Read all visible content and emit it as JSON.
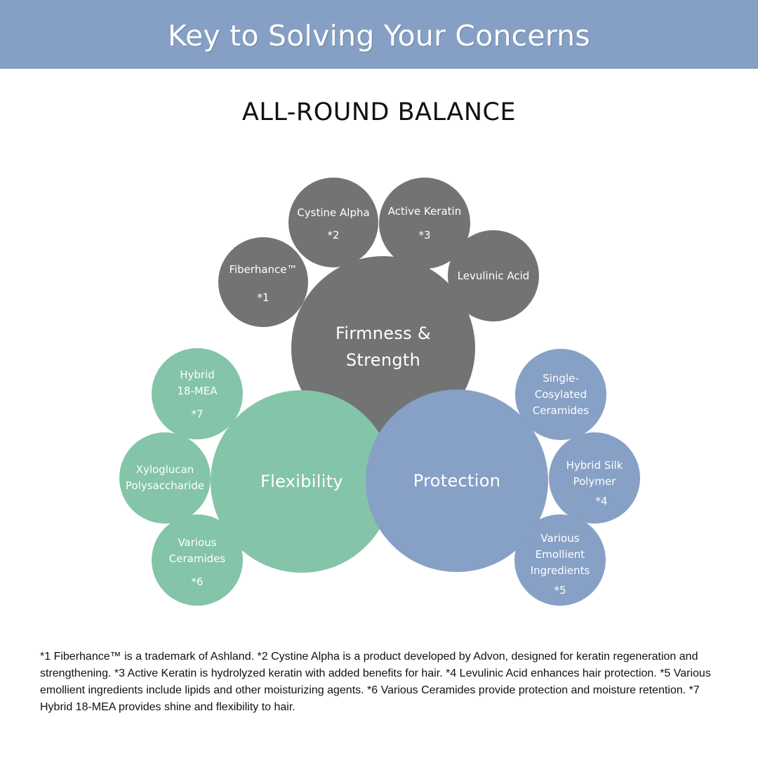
{
  "header": {
    "title": "Key to Solving Your Concerns",
    "bg_color": "#86a0c5"
  },
  "diagram": {
    "title": "ALL-ROUND BALANCE",
    "colors": {
      "gray": "#727473",
      "green": "#84c4a8",
      "blue": "#87a0c5"
    },
    "main": {
      "firmness": "Firmness &\nStrength",
      "flexibility": "Flexibility",
      "protection": "Protection"
    },
    "ingredients": {
      "fiberhance": {
        "label": "Fiberhance™",
        "note": "*1"
      },
      "cystine": {
        "label": "Cystine Alpha",
        "note": "*2"
      },
      "keratin": {
        "label": "Active Keratin",
        "note": "*3"
      },
      "levulinic": {
        "label": "Levulinic Acid"
      },
      "mea": {
        "label": "Hybrid\n18-MEA",
        "note": "*7"
      },
      "xyloglucan": {
        "label": "Xyloglucan\nPolysaccharide"
      },
      "ceramides": {
        "label": "Various\nCeramides",
        "note": "*6"
      },
      "single": {
        "label": "Single-\nCosylated\nCeramides"
      },
      "silk": {
        "label": "Hybrid Silk\nPolymer",
        "note": "*4"
      },
      "emollient": {
        "label": "Various\nEmollient\nIngredients",
        "note": "*5"
      }
    }
  },
  "footnote": "*1 Fiberhance™ is a trademark of Ashland. *2 Cystine Alpha is a product developed by Advon, designed for keratin regeneration and strengthening. *3 Active Keratin is hydrolyzed keratin with added benefits for hair. *4 Levulinic Acid enhances hair protection. *5 Various emollient ingredients include lipids and other moisturizing agents. *6 Various Ceramides provide protection and moisture retention. *7 Hybrid 18-MEA provides shine and flexibility to hair."
}
